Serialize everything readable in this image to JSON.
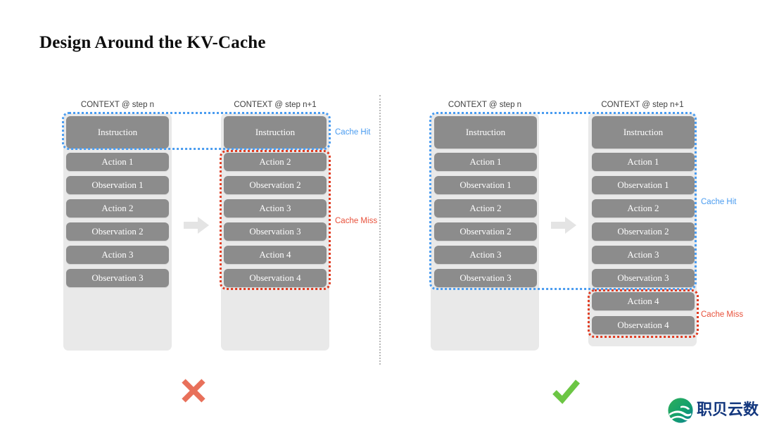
{
  "slide": {
    "title": "Design Around the KV-Cache"
  },
  "bad_example": {
    "verdict_icon": "cross-mark-icon",
    "columns": [
      {
        "header": "CONTEXT @ step n",
        "items": [
          "Instruction",
          "Action 1",
          "Observation 1",
          "Action 2",
          "Observation 2",
          "Action 3",
          "Observation 3"
        ]
      },
      {
        "header": "CONTEXT @ step n+1",
        "items": [
          "Instruction",
          "Action 2",
          "Observation 2",
          "Action 3",
          "Observation 3",
          "Action 4",
          "Observation 4"
        ]
      }
    ],
    "annotations": {
      "cache_hit": "Cache Hit",
      "cache_miss": "Cache Miss"
    },
    "arrow_icon": "right-arrow-icon"
  },
  "good_example": {
    "verdict_icon": "check-mark-icon",
    "columns": [
      {
        "header": "CONTEXT @ step n",
        "items": [
          "Instruction",
          "Action 1",
          "Observation 1",
          "Action 2",
          "Observation 2",
          "Action 3",
          "Observation 3"
        ]
      },
      {
        "header": "CONTEXT @ step n+1",
        "items": [
          "Instruction",
          "Action 1",
          "Observation 1",
          "Action 2",
          "Observation 2",
          "Action 3",
          "Observation 3",
          "Action 4",
          "Observation 4"
        ]
      }
    ],
    "annotations": {
      "cache_hit": "Cache Hit",
      "cache_miss": "Cache Miss"
    },
    "arrow_icon": "right-arrow-icon"
  },
  "logo": {
    "text": "职贝云数",
    "mark": "wave-circle-logo-icon",
    "text_color": "#13377e",
    "mark_color": "#11a14a"
  },
  "colors": {
    "cache_hit": "#4a9cf0",
    "cache_miss": "#e8503a",
    "chip": "#8c8c8c",
    "shell": "#e9e9e9",
    "cross": "#e8705a",
    "check": "#6cc644"
  }
}
